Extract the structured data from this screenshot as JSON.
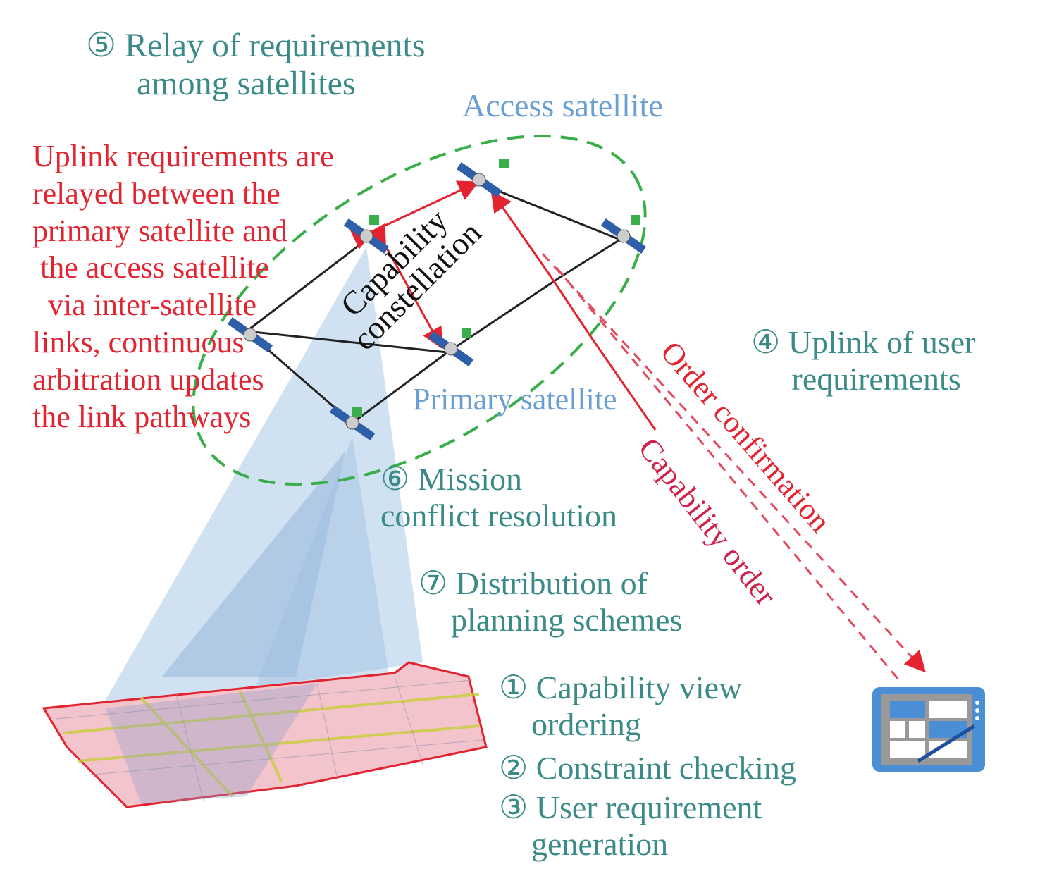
{
  "labels": {
    "step5": "⑤ Relay of requirements\n      among satellites",
    "access_satellite": "Access satellite",
    "uplink_note": "Uplink requirements are\nrelayed between the\nprimary satellite and\n the access satellite\n  via inter-satellite\nlinks, continuous\narbitration updates\nthe link pathways",
    "capability_constellation": "Capability\nconstellation",
    "primary_satellite": "Primary satellite",
    "step4": "④ Uplink of user\n     requirements",
    "order_confirmation": "Order confirmation",
    "capability_order": "Capability order",
    "step6": "⑥ Mission\nconflict resolution",
    "step7": "⑦ Distribution of\n    planning schemes",
    "step1": "① Capability view\n    ordering",
    "step2": "② Constraint checking",
    "step3": "③ User requirement\n    generation"
  },
  "colors": {
    "teal": "#3a8a88",
    "red": "#e3232f",
    "blue": "#6a9fd4",
    "green_dash": "#3aae4a",
    "beam": "#a9c8e6"
  },
  "icons": [
    "satellite-icon",
    "tablet-terminal-icon",
    "ground-map-region"
  ]
}
